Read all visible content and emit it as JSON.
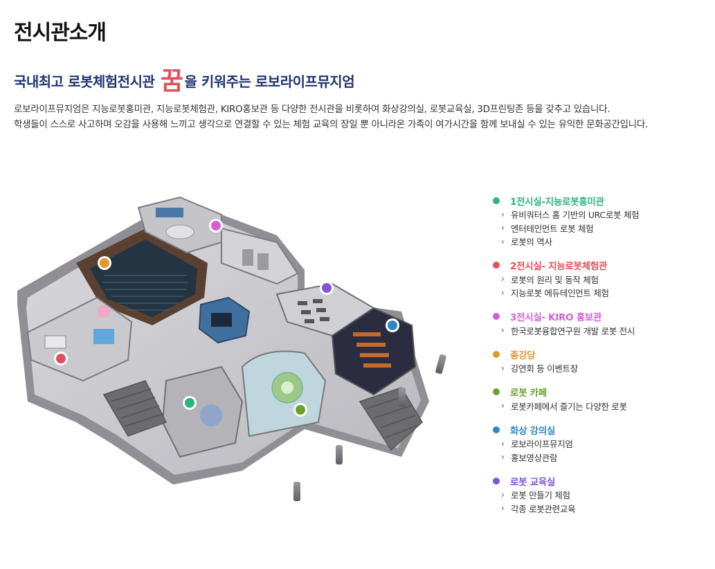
{
  "page_title": "전시관소개",
  "headline": {
    "part1": "국내최고 로봇체험전시관",
    "highlight": "꿈",
    "part2": "을 키워주는 로보라이프뮤지엄"
  },
  "intro": {
    "paragraph1": "로보라이프뮤지엄은 지능로봇홍미관, 지능로봇체험관, KIRO홍보관 등 다양한 전시관을 비롯하여 화상강의실, 로봇교육실, 3D프린팅존 등을 갖추고 있습니다.",
    "paragraph2": "학생들이 스스로 사고하며 오감을 사용해 느끼고 생각으로 연결할 수 있는 체험 교육의 장일 뿐 아니라온 가족이 여가시간을 함께 보내실 수 있는 유익한 문화공간입니다."
  },
  "colors": {
    "hall1": "#2bb57a",
    "hall2": "#e4505a",
    "hall3": "#d65cd9",
    "auditorium": "#e0972e",
    "cafe": "#6aa12c",
    "lecture": "#2f88c6",
    "education": "#8254d6"
  },
  "legend": [
    {
      "title": "1전시실-지능로봇흥미관",
      "color": "#2bb57a",
      "items": [
        "유비쿼터스 홈 기반의 URC로봇 체험",
        "엔터테인먼트 로봇 체험",
        "로봇의 역사"
      ]
    },
    {
      "title": "2전시실- 지능로봇체험관",
      "color": "#e4505a",
      "items": [
        "로봇의 원리 및 동작 체험",
        "지능로봇 에듀테인먼트 체험"
      ]
    },
    {
      "title": "3전시실- KIRO 홍보관",
      "color": "#d65cd9",
      "items": [
        "한국로봇융합연구원 개발 로봇 전시"
      ]
    },
    {
      "title": "종강당",
      "color": "#e0972e",
      "items": [
        "강연회 등 이벤트장"
      ]
    },
    {
      "title": "로봇 카페",
      "color": "#6aa12c",
      "items": [
        "로봇카페에서 즐기는 다양한 로봇"
      ]
    },
    {
      "title": "화상 강의실",
      "color": "#2f88c6",
      "items": [
        "로보라이프뮤지엄",
        "홍보영상관람"
      ]
    },
    {
      "title": "로봇 교육실",
      "color": "#8254d6",
      "items": [
        "로봇 만들기 체험",
        "각종 로봇관련교육"
      ]
    }
  ]
}
